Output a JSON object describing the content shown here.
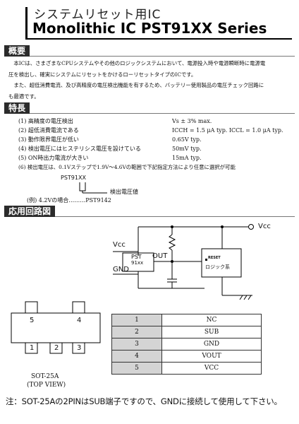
{
  "header": {
    "title_jp": "システムリセット用IC",
    "title_en": "Monolithic IC PST91XX Series"
  },
  "overview": {
    "heading": "概要",
    "lines": [
      "本ICは、さまざまなCPUシステムやその他のロジックシステムにおいて、電源投入時や電源瞬断時に電源電",
      "圧を検出し、確実にシステムにリセットをかけるローリセットタイプのICです。",
      "また、超低消費電流、及び高精度の電圧検出機能を有するため、バッテリー使用製品の電圧チェック回路に",
      "も最適です。"
    ]
  },
  "features": {
    "heading": "特長",
    "items": [
      {
        "label": "(1) 高精度の電圧検出",
        "value": "Vs ± 3% max."
      },
      {
        "label": "(2) 超低消費電流である",
        "value": "ICCH = 1.5 μA typ.   ICCL = 1.0 μA typ."
      },
      {
        "label": "(3) 動作限界電圧が低い",
        "value": "0.65V typ."
      },
      {
        "label": "(4) 検出電圧にはヒステリシス電圧を設けている",
        "value": "50mV typ."
      },
      {
        "label": "(5) ON時出力電流が大きい",
        "value": "15mA typ."
      },
      {
        "label": "(6) 検出電圧は、0.1Vステップで1.9V～4.6Vの範囲で下記指定方法により任意に選択が可能",
        "value": ""
      }
    ],
    "part_code": "PST91XX",
    "annotation": "検出電圧値",
    "example": "(例) 4.2Vの場合………PST9142"
  },
  "application": {
    "heading": "応用回路図",
    "vcc_right": "Vcc",
    "vcc_left": "Vcc",
    "gnd": "GND",
    "ic_name": "PST",
    "ic_sub": "91xx",
    "out": "OUT",
    "reset": "RESET",
    "logic": "ロジック系"
  },
  "package": {
    "pins_top": [
      "5",
      "4"
    ],
    "pins_bottom": [
      "1",
      "2",
      "3"
    ],
    "name": "SOT-25A",
    "view": "(TOP VIEW)"
  },
  "pin_table": [
    {
      "num": "1",
      "name": "NC"
    },
    {
      "num": "2",
      "name": "SUB"
    },
    {
      "num": "3",
      "name": "GND"
    },
    {
      "num": "4",
      "name": "VOUT"
    },
    {
      "num": "5",
      "name": "VCC"
    }
  ],
  "footnote": "注：SOT-25Aの2PINはSUB端子ですので、GNDに接続して使用して下さい。"
}
